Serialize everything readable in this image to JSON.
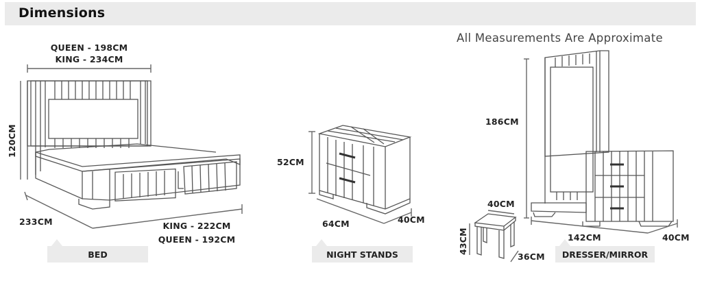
{
  "header": {
    "title": "Dimensions"
  },
  "note": "All Measurements Are Approximate",
  "bed": {
    "width_queen": "QUEEN - 198CM",
    "width_king": "KING - 234CM",
    "height": "120CM",
    "depth": "233CM",
    "length_king": "KING - 222CM",
    "length_queen": "QUEEN - 192CM",
    "tag": "BED"
  },
  "night_stands": {
    "height": "52CM",
    "width": "64CM",
    "depth": "40CM",
    "tag": "NIGHT STANDS"
  },
  "dresser_mirror": {
    "height": "186CM",
    "width": "142CM",
    "depth": "40CM",
    "tag": "DRESSER/MIRROR"
  },
  "stool": {
    "width": "40CM",
    "height": "43CM",
    "depth": "36CM"
  }
}
